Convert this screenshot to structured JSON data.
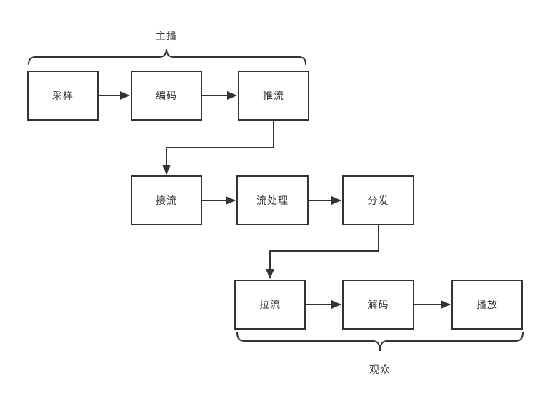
{
  "canvas": {
    "background": "#ffffff",
    "stroke_color": "#333333",
    "text_color": "#333333"
  },
  "groups": {
    "broadcaster": {
      "label": "主播",
      "covers": [
        "采样",
        "编码",
        "推流"
      ]
    },
    "audience": {
      "label": "观众",
      "covers": [
        "拉流",
        "解码",
        "播放"
      ]
    }
  },
  "nodes": [
    {
      "id": "sampling",
      "label": "采样"
    },
    {
      "id": "encoding",
      "label": "编码"
    },
    {
      "id": "push",
      "label": "推流"
    },
    {
      "id": "receive",
      "label": "接流"
    },
    {
      "id": "processing",
      "label": "流处理"
    },
    {
      "id": "distribute",
      "label": "分发"
    },
    {
      "id": "pull",
      "label": "拉流"
    },
    {
      "id": "decode",
      "label": "解码"
    },
    {
      "id": "play",
      "label": "播放"
    }
  ],
  "edges": [
    {
      "from": "采样",
      "to": "编码"
    },
    {
      "from": "编码",
      "to": "推流"
    },
    {
      "from": "推流",
      "to": "接流"
    },
    {
      "from": "接流",
      "to": "流处理"
    },
    {
      "from": "流处理",
      "to": "分发"
    },
    {
      "from": "分发",
      "to": "拉流"
    },
    {
      "from": "拉流",
      "to": "解码"
    },
    {
      "from": "解码",
      "to": "播放"
    }
  ]
}
